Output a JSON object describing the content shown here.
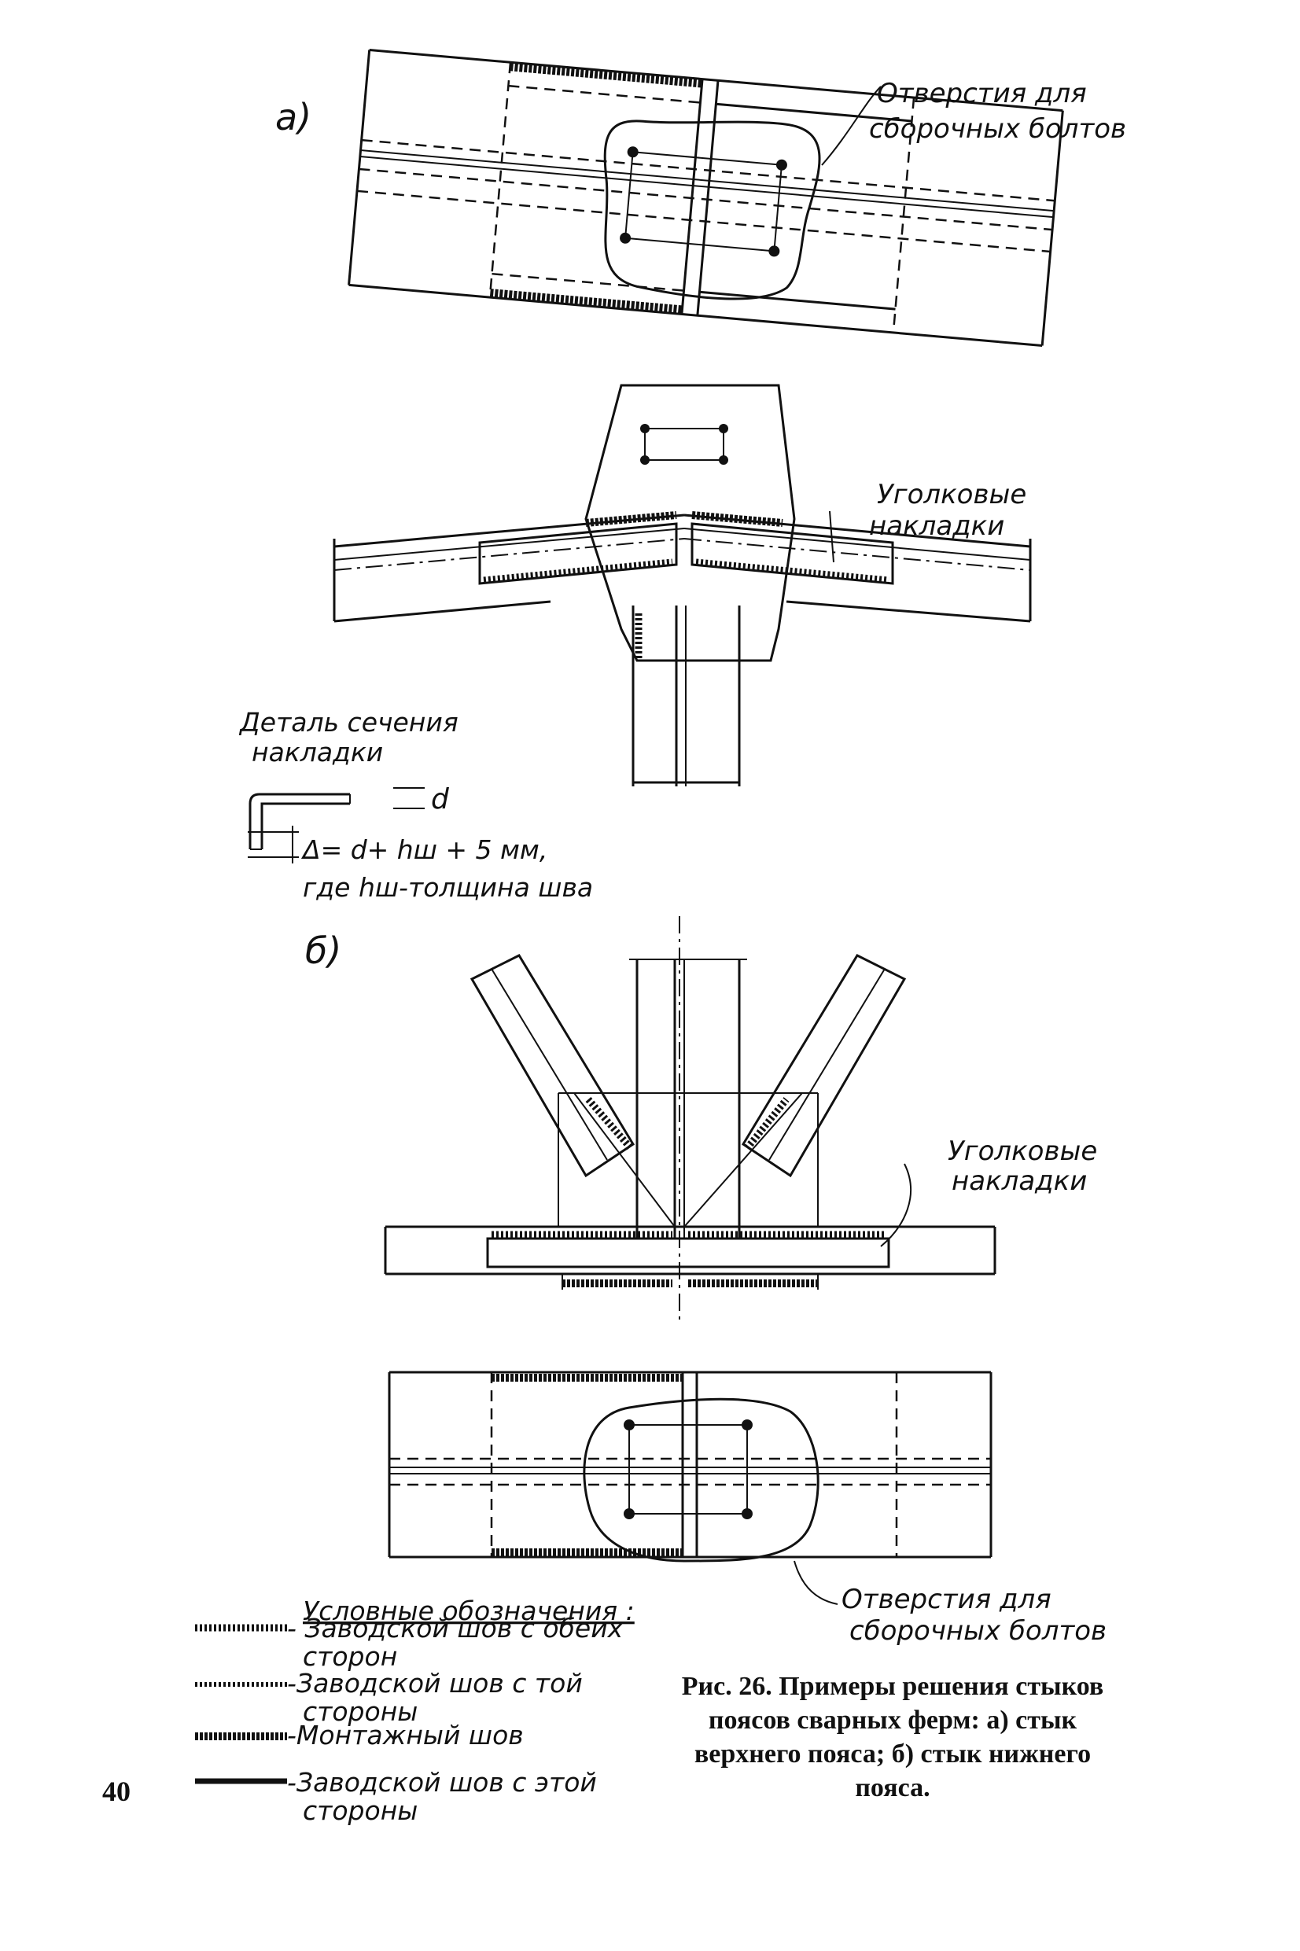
{
  "labels": {
    "part_a": "а)",
    "part_b": "б)",
    "holes_top_1": "Отверстия для",
    "holes_top_2": "сборочных болтов",
    "angle_a_1": "Уголковые",
    "angle_a_2": "накладки",
    "detail_1": "Деталь сечения",
    "detail_2": "накладки",
    "detail_d": "d",
    "detail_formula": "Δ= d+ hш + 5 мм,",
    "detail_where": "где hш-толщина шва",
    "angle_b_1": "Уголковые",
    "angle_b_2": "накладки",
    "holes_bot_1": "Отверстия для",
    "holes_bot_2": "сборочных болтов"
  },
  "legend": {
    "title": "Условные обозначения :",
    "items": [
      {
        "line1": "- Заводской шов с обеих",
        "line2": "сторон"
      },
      {
        "line1": "-Заводской шов с той",
        "line2": "стороны"
      },
      {
        "line1": "-Монтажный шов",
        "line2": ""
      },
      {
        "line1": "-Заводской шов с этой",
        "line2": "стороны"
      }
    ]
  },
  "caption": {
    "lines": [
      "Рис. 26. Примеры решения стыков",
      "поясов сварных ферм: а) стык",
      "верхнего пояса; б) стык нижнего",
      "пояса."
    ]
  },
  "page_number": "40"
}
